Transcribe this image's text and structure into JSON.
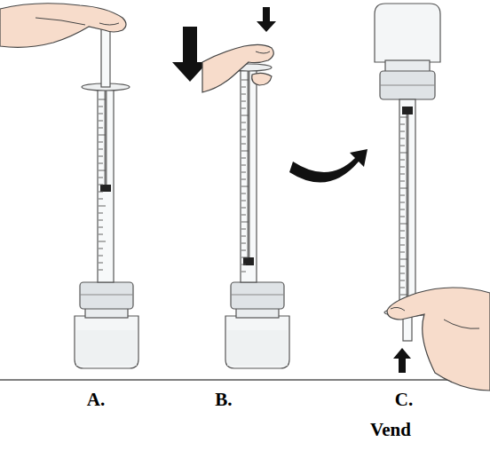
{
  "diagram": {
    "labels": [
      "A.",
      "B.",
      "C.",
      "Vend"
    ]
  }
}
